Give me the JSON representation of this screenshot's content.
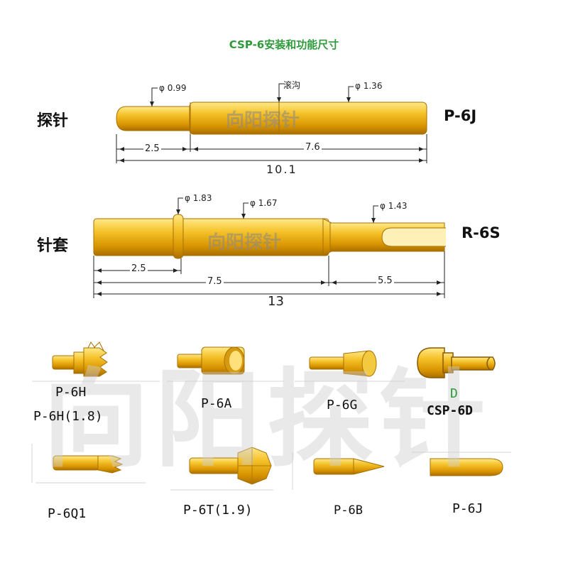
{
  "title": "CSP-6安装和功能尺寸",
  "watermark": "向阳探针",
  "colors": {
    "gold_light": "#ffe06a",
    "gold_mid": "#f0b41a",
    "gold_dark": "#b37a00",
    "title_green": "#2e9a3a",
    "d_green": "#2e9a3a"
  },
  "probe": {
    "name": "探针",
    "model": "P-6J",
    "diam_tip": "φ 0.99",
    "groove": "滚沟",
    "diam_body": "φ 1.36",
    "len_tip": "2.5",
    "len_body": "7.6",
    "len_total": "10.1"
  },
  "sleeve": {
    "name": "针套",
    "model": "R-6S",
    "diam_ring": "φ 1.83",
    "diam_body": "φ 1.67",
    "diam_tail": "φ 1.43",
    "len_ring": "2.5",
    "len_body": "7.5",
    "len_tail": "5.5",
    "len_total": "13"
  },
  "tips": [
    {
      "icon": "crown-tip-icon",
      "labels": [
        "P-6H",
        "P-6H(1.8)"
      ]
    },
    {
      "icon": "cup-tip-icon",
      "labels": [
        "P-6A"
      ]
    },
    {
      "icon": "concave-cup-tip-icon",
      "labels": [
        "P-6G"
      ]
    },
    {
      "icon": "flat-disc-tip-icon",
      "labels": [
        "D",
        "CSP-6D"
      ]
    },
    {
      "icon": "serrated-tip-icon",
      "labels": [
        "P-6Q1"
      ]
    },
    {
      "icon": "hexagon-crown-tip-icon",
      "labels": [
        "P-6T(1.9)"
      ]
    },
    {
      "icon": "cone-tip-icon",
      "labels": [
        "P-6B"
      ]
    },
    {
      "icon": "round-tip-icon",
      "labels": [
        "P-6J"
      ]
    }
  ]
}
